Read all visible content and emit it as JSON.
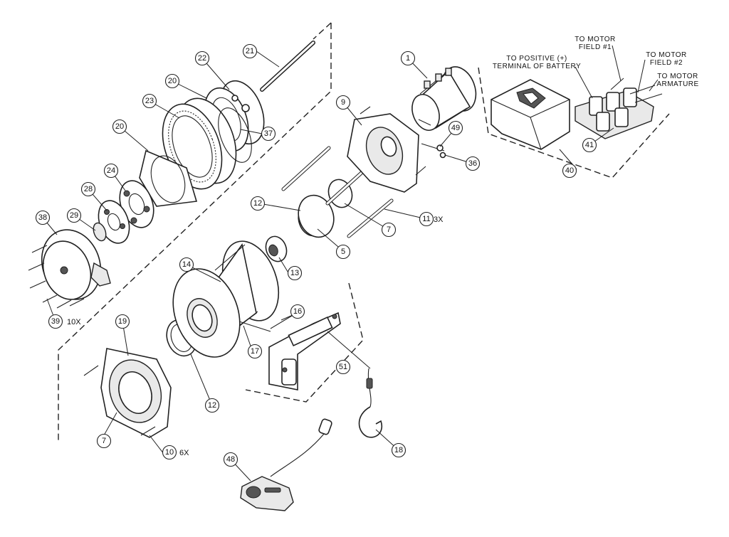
{
  "callouts": {
    "c1": "1",
    "c5": "5",
    "c7a": "7",
    "c7b": "7",
    "c9": "9",
    "c10": "10",
    "c11": "11",
    "c12a": "12",
    "c12b": "12",
    "c13": "13",
    "c14": "14",
    "c16": "16",
    "c17": "17",
    "c18": "18",
    "c19": "19",
    "c20a": "20",
    "c20b": "20",
    "c21": "21",
    "c22": "22",
    "c23": "23",
    "c24": "24",
    "c28": "28",
    "c29": "29",
    "c36": "36",
    "c37": "37",
    "c38": "38",
    "c39": "39",
    "c40": "40",
    "c41": "41",
    "c48": "48",
    "c49": "49",
    "c51": "51"
  },
  "quantities": {
    "q10": "6X",
    "q11": "3X",
    "q39": "10X"
  },
  "notes": {
    "field1_line1": "TO MOTOR",
    "field1_line2": "FIELD #1",
    "battery_line1": "TO POSITIVE (+)",
    "battery_line2": "TERMINAL OF BATTERY",
    "field2_line1": "TO MOTOR",
    "field2_line2": "FIELD #2",
    "armature_line1": "TO MOTOR",
    "armature_line2": "ARMATURE"
  }
}
